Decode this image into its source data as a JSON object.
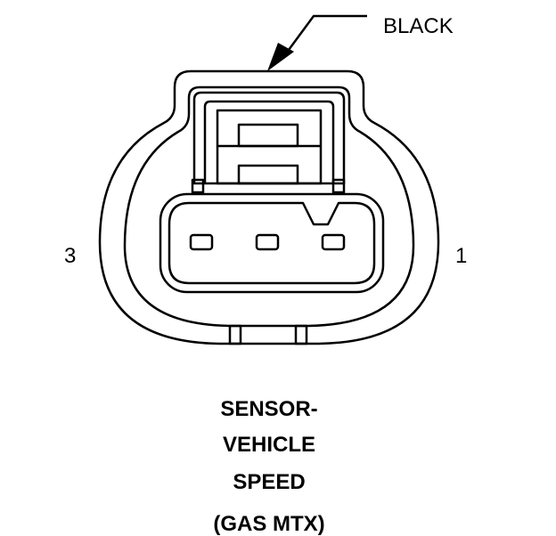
{
  "labels": {
    "color_callout": "BLACK",
    "pin_left": "3",
    "pin_right": "1"
  },
  "caption": {
    "line1": "SENSOR-",
    "line2": "VEHICLE",
    "line3": "SPEED",
    "line4": "(GAS MTX)"
  },
  "connector": {
    "cavities": 3,
    "color": "#000000"
  }
}
